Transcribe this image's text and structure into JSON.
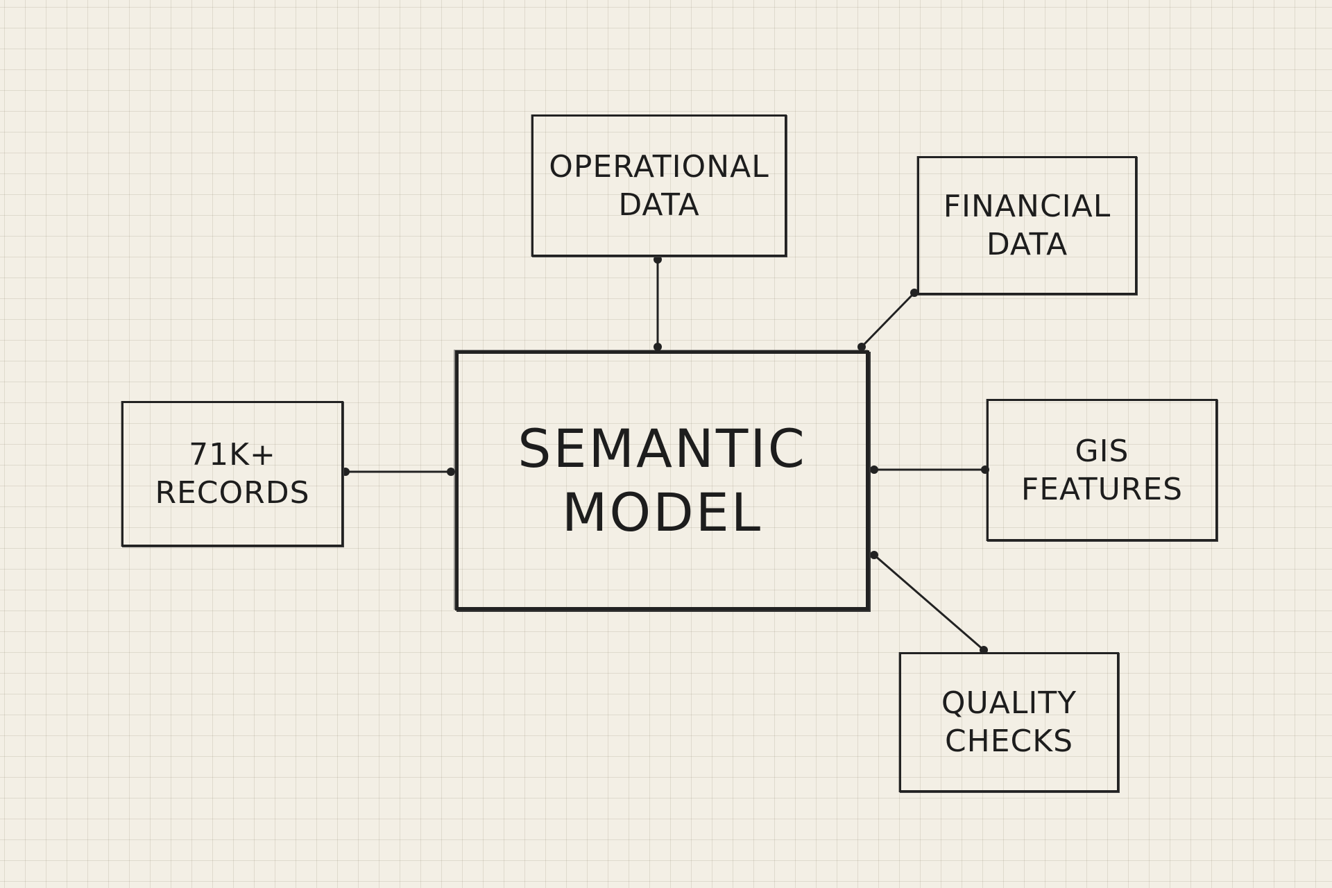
{
  "diagram": {
    "center": {
      "id": "semantic-model",
      "lines": [
        "SEMANTIC",
        "MODEL"
      ]
    },
    "nodes": [
      {
        "id": "operational-data",
        "lines": [
          "OPERATIONAL",
          "DATA"
        ]
      },
      {
        "id": "financial-data",
        "lines": [
          "FINANCIAL",
          "DATA"
        ]
      },
      {
        "id": "records",
        "lines": [
          "71K+",
          "RECORDS"
        ]
      },
      {
        "id": "gis-features",
        "lines": [
          "GIS",
          "FEATURES"
        ]
      },
      {
        "id": "quality-checks",
        "lines": [
          "QUALITY",
          "CHECKS"
        ]
      }
    ],
    "edges": [
      {
        "from": "operational-data",
        "to": "semantic-model"
      },
      {
        "from": "financial-data",
        "to": "semantic-model"
      },
      {
        "from": "records",
        "to": "semantic-model"
      },
      {
        "from": "semantic-model",
        "to": "gis-features"
      },
      {
        "from": "semantic-model",
        "to": "quality-checks"
      }
    ],
    "colors": {
      "ink": "#222222",
      "paper": "#f3efe5",
      "grid": "#c9c1b0"
    }
  }
}
